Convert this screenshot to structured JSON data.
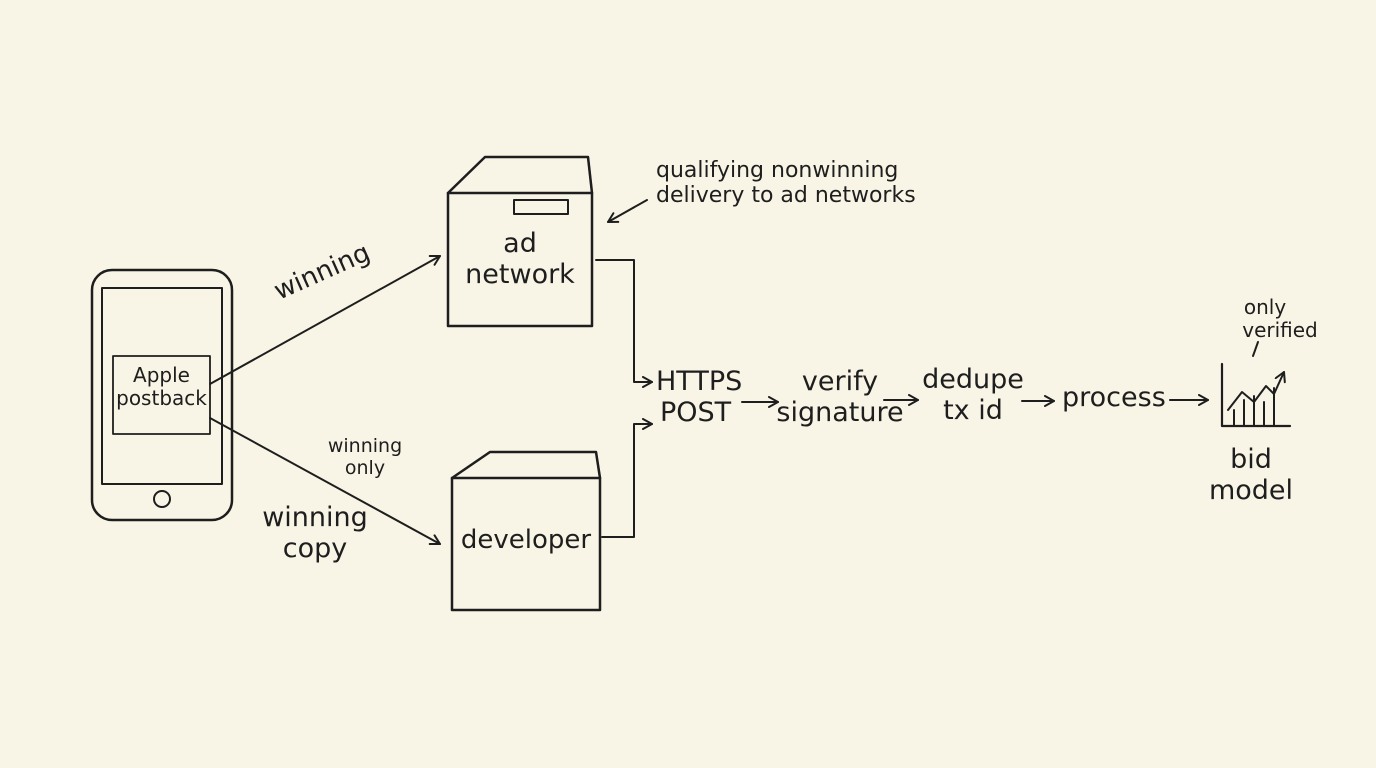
{
  "phone": {
    "screen_label_line1": "Apple",
    "screen_label_line2": "postback"
  },
  "edges": {
    "to_ad_network": "winning",
    "to_developer_top_line1": "winning",
    "to_developer_top_line2": "only",
    "to_developer_bottom_line1": "winning",
    "to_developer_bottom_line2": "copy"
  },
  "ad_network": {
    "label_line1": "ad",
    "label_line2": "network",
    "note_line1": "qualifying nonwinning",
    "note_line2": "delivery to ad networks"
  },
  "developer": {
    "label": "developer"
  },
  "pipeline": {
    "https_line1": "HTTPS",
    "https_line2": "POST",
    "verify_line1": "verify",
    "verify_line2": "signature",
    "dedupe_line1": "dedupe",
    "dedupe_line2": "tx id",
    "process": "process"
  },
  "bid_model": {
    "label_line1": "bid",
    "label_line2": "model",
    "note_line1": "only",
    "note_line2": "verified"
  },
  "colors": {
    "background": "#f8f4e6",
    "ink": "#1e1e1e"
  }
}
